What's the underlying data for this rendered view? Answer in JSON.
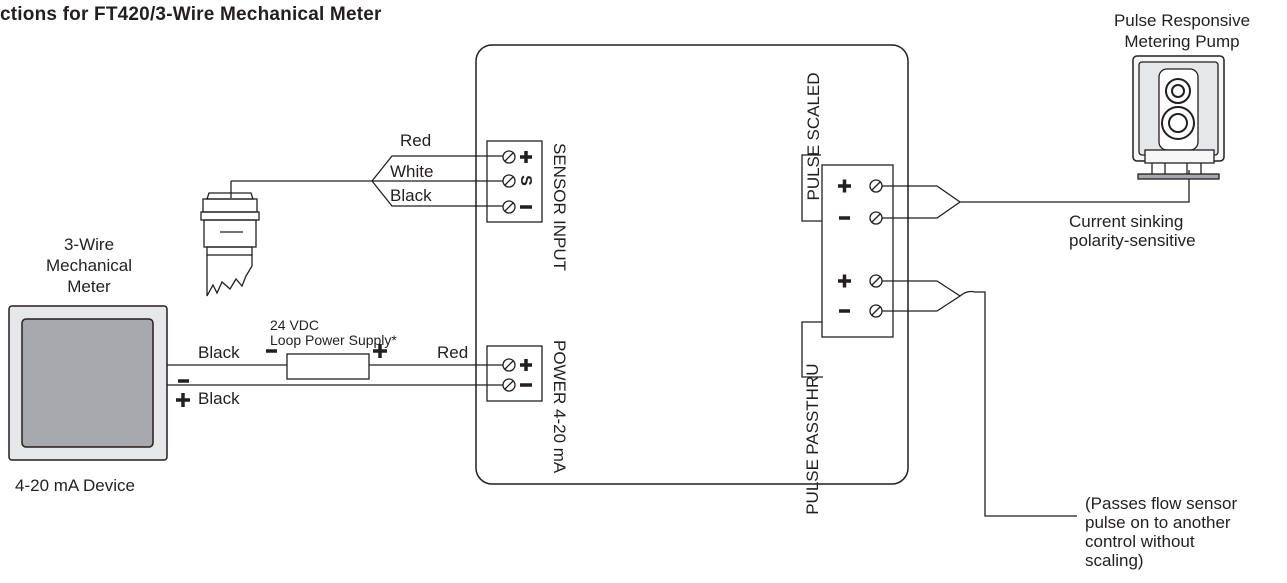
{
  "diagram": {
    "title": "ctions for FT420/3-Wire Mechanical Meter",
    "meter": {
      "lines": [
        "3-Wire",
        "Mechanical",
        "Meter"
      ]
    },
    "device": {
      "label": "4-20 mA Device"
    },
    "pump": {
      "lines": [
        "Pulse Responsive",
        "Metering Pump"
      ]
    },
    "sensor_wires": {
      "red": "Red",
      "white": "White",
      "black": "Black"
    },
    "sensor_input": {
      "lines": [
        "SENSOR",
        "INPUT"
      ]
    },
    "power_terminal": {
      "lines": [
        "POWER",
        "4-20 mA"
      ]
    },
    "pulse_scaled": {
      "lines": [
        "PULSE",
        "SCALED"
      ]
    },
    "pulse_passthru": {
      "lines": [
        "PULSE",
        "PASSTHRU"
      ]
    },
    "loop_supply": {
      "lines": [
        "24 VDC",
        "Loop Power Supply*"
      ]
    },
    "device_wires": {
      "neg_black": "Black",
      "pos_black": "Black",
      "red": "Red"
    },
    "sinking_note": {
      "lines": [
        "Current sinking",
        "polarity-sensitive"
      ]
    },
    "passthru_note": {
      "lines": [
        "(Passes flow sensor",
        "pulse on to another",
        "control without",
        "scaling)"
      ]
    },
    "terminal_signs": {
      "plus": "+",
      "minus": "−",
      "signal": "S"
    },
    "icons": [
      "terminal-screw-icon",
      "metering-pump-icon",
      "flow-sensor-icon",
      "meter-device-icon"
    ],
    "colors": {
      "line": "#231f20",
      "device_face": "#a7a9ac",
      "device_frame": "#e6e7e8"
    }
  }
}
